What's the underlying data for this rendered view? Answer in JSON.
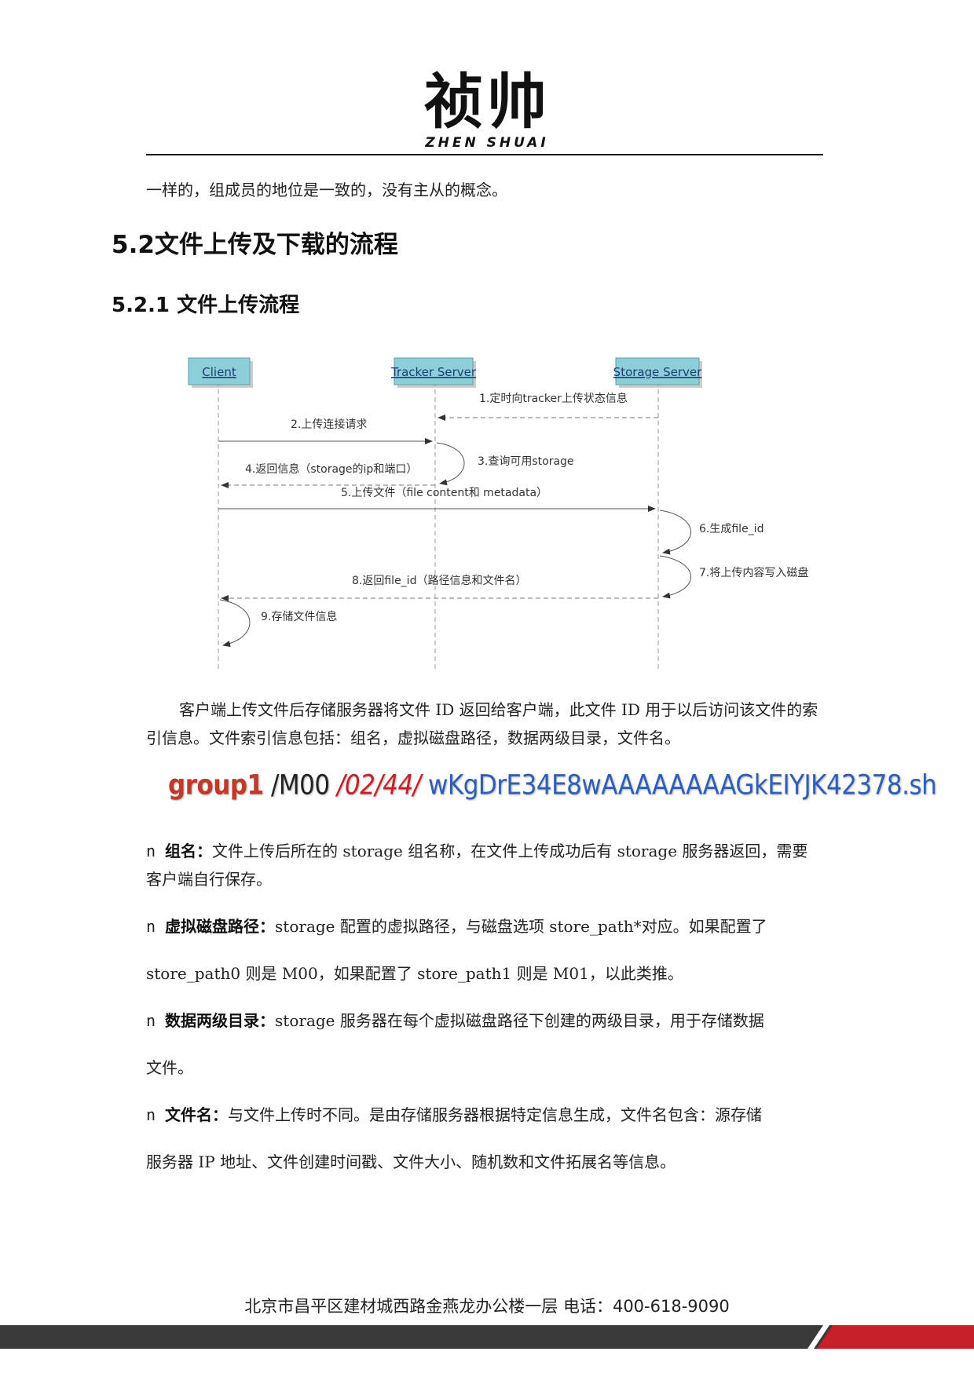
{
  "header": {
    "logo_cn": "祯帅",
    "logo_en": "ZHEN SHUAI"
  },
  "intro_text": "一样的，组成员的地位是一致的，没有主从的概念。",
  "section_title": "5.2文件上传及下载的流程",
  "subsection_title": "5.2.1 文件上传流程",
  "diagram": {
    "actors": [
      "Client",
      "Tracker Server",
      "Storage Server"
    ],
    "steps": [
      "1.定时向tracker上传状态信息",
      "2.上传连接请求",
      "3.查询可用storage",
      "4.返回信息（storage的ip和端口）",
      "5.上传文件（file content和 metadata）",
      "6.生成file_id",
      "7.将上传内容写入磁盘",
      "8.返回file_id（路径信息和文件名）",
      "9.存储文件信息"
    ]
  },
  "paragraph": "客户端上传文件后存储服务器将文件 ID 返回给客户端，此文件 ID 用于以后访问该文件的索引信息。文件索引信息包括：组名，虚拟磁盘路径，数据两级目录，文件名。",
  "file_id_example": {
    "group": "group1",
    "disk": " /M00 ",
    "dirs": "/02/44/",
    "name": " wKgDrE34E8wAAAAAAAAGkEIYJK42378.sh"
  },
  "bullets": [
    {
      "mark": "n",
      "term": "组名：",
      "text": "文件上传后所在的 storage 组名称，在文件上传成功后有 storage 服务器返回，需要客户端自行保存。"
    },
    {
      "mark": "n",
      "term": "虚拟磁盘路径：",
      "text": "storage 配置的虚拟路径，与磁盘选项 store_path*对应。如果配置了"
    },
    {
      "mark": "",
      "term": "",
      "text": "store_path0 则是 M00，如果配置了 store_path1 则是 M01，以此类推。"
    },
    {
      "mark": "n",
      "term": "数据两级目录：",
      "text": "storage 服务器在每个虚拟磁盘路径下创建的两级目录，用于存储数据"
    },
    {
      "mark": "",
      "term": "",
      "text": "文件。"
    },
    {
      "mark": "n",
      "term": "文件名：",
      "text": "与文件上传时不同。是由存储服务器根据特定信息生成，文件名包含：源存储"
    },
    {
      "mark": "",
      "term": "",
      "text": "服务器 IP 地址、文件创建时间戳、文件大小、随机数和文件拓展名等信息。"
    }
  ],
  "footer": {
    "address": "北京市昌平区建材城西路金燕龙办公楼一层   电话：400-618-9090"
  },
  "colors": {
    "actor_box": "#8ccfd9",
    "footer_dark": "#3a3a3a",
    "footer_red": "#c8202a"
  }
}
